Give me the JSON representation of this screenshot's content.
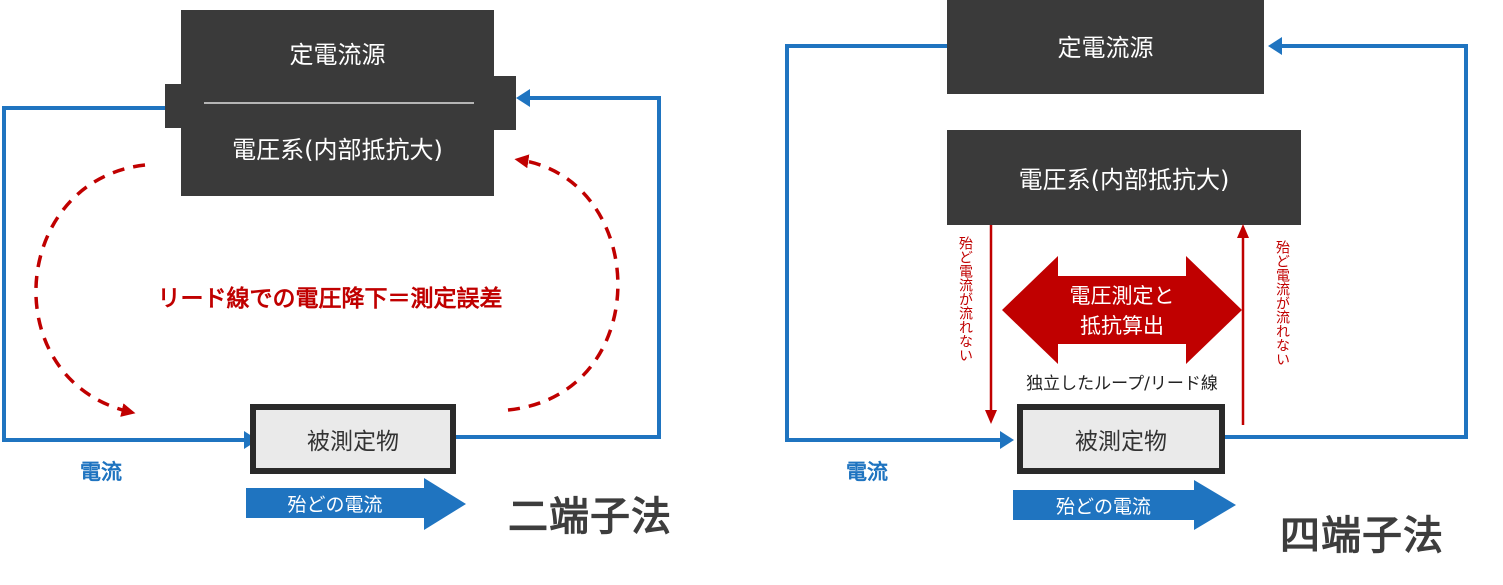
{
  "colors": {
    "dark": "#3a3a3a",
    "blue": "#1f74c0",
    "red": "#c00000",
    "box_fill": "#eaeaea",
    "box_border": "#2a2a2a"
  },
  "two_terminal": {
    "source_label": "定電流源",
    "voltmeter_label": "電圧系(内部抵抗大)",
    "dut_label": "被測定物",
    "current_label": "電流",
    "error_text": "リード線での電圧降下＝測定誤差",
    "flow_label": "殆どの電流",
    "method_title": "二端子法"
  },
  "four_terminal": {
    "source_label": "定電流源",
    "voltmeter_label": "電圧系(内部抵抗大)",
    "dut_label": "被測定物",
    "current_label": "電流",
    "measure_line1": "電圧測定と",
    "measure_line2": "抵抗算出",
    "loop_label": "独立したループ/リード線",
    "no_current_left": "殆ど電流が流れない",
    "no_current_right": "殆ど電流が流れない",
    "flow_label": "殆どの電流",
    "method_title": "四端子法"
  }
}
